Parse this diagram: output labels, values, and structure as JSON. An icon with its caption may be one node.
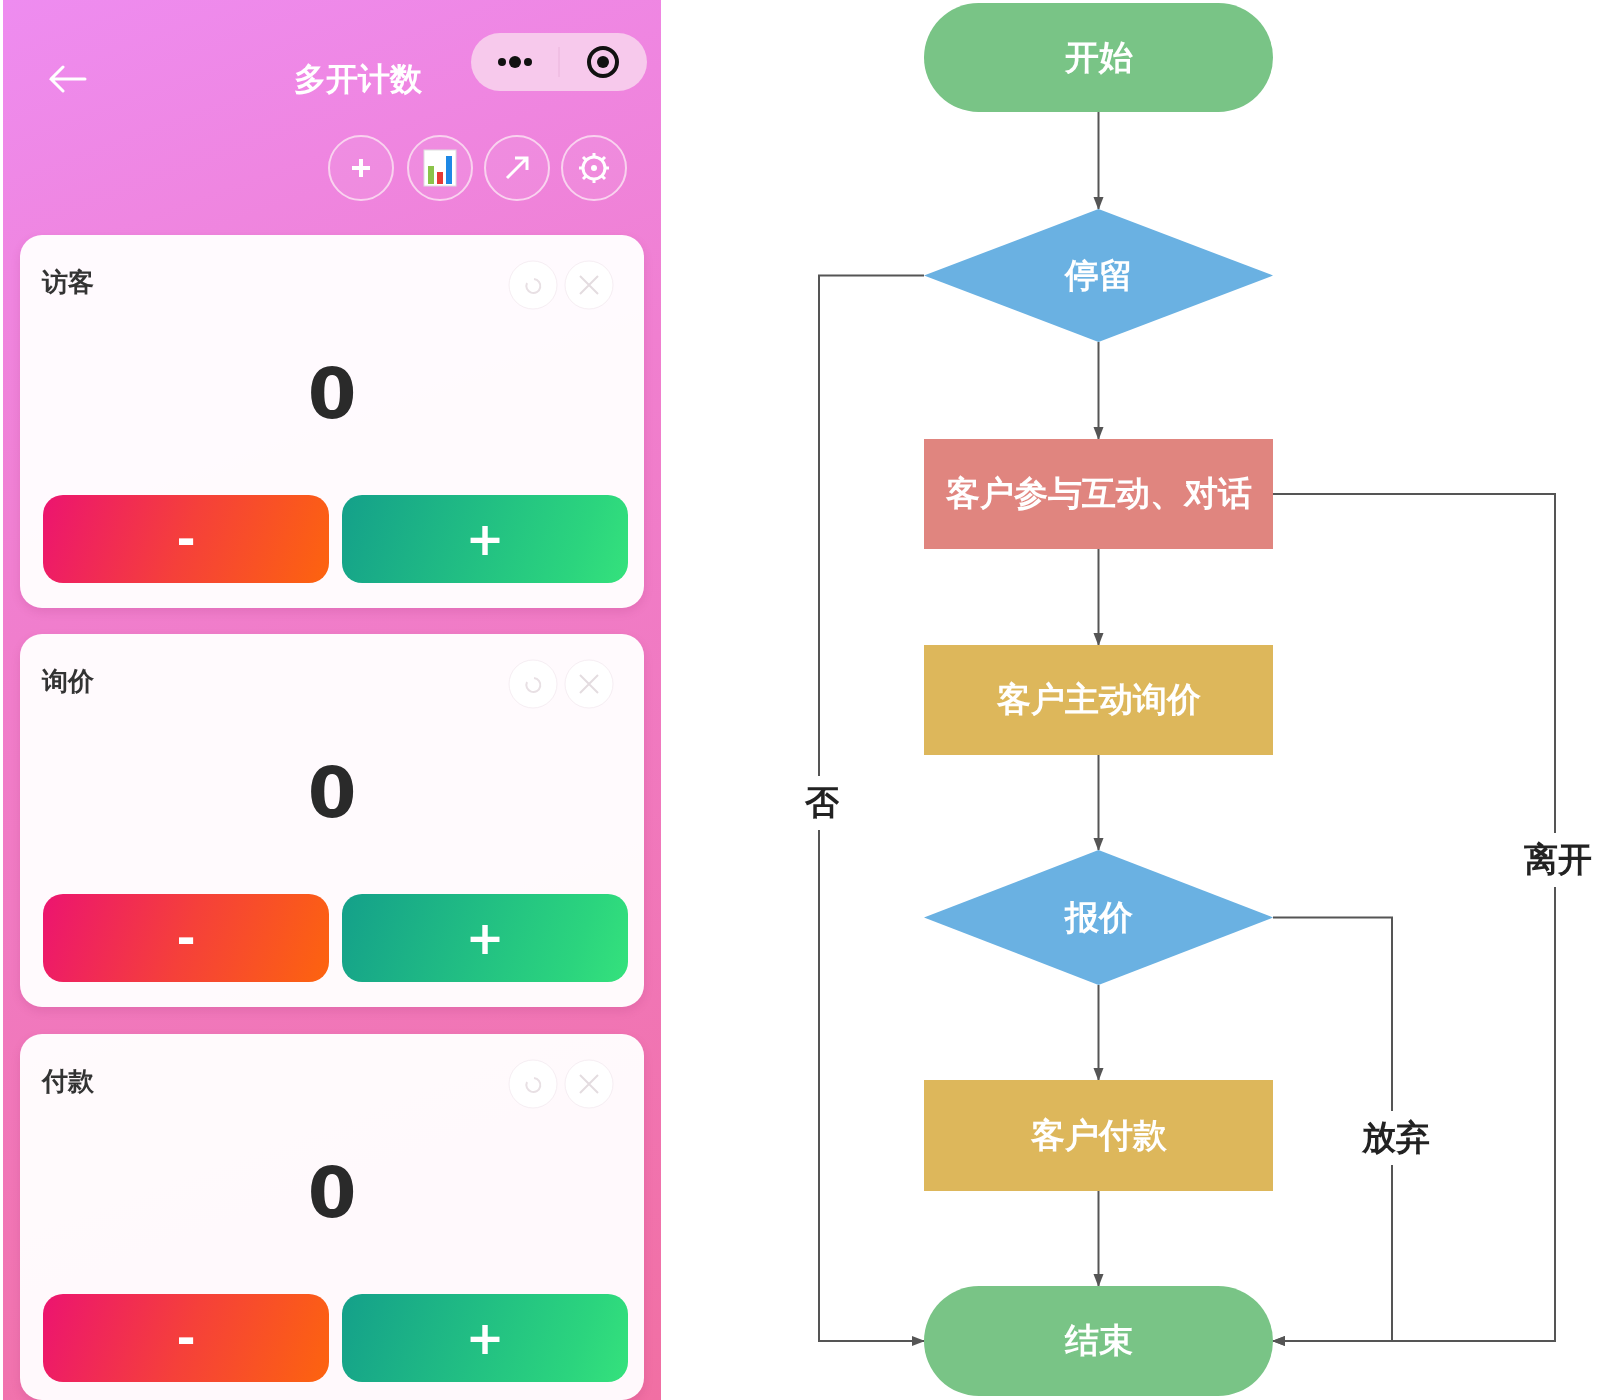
{
  "diagram": {
    "nodes": [
      {
        "text": [
          "开始"
        ]
      },
      {
        "text": [
          "停留"
        ]
      },
      {
        "text": [
          "客户参与互动、对话"
        ]
      },
      {
        "text": [
          "客户主动询价"
        ]
      },
      {
        "text": [
          "报价"
        ]
      },
      {
        "text": [
          "客户付款"
        ]
      },
      {
        "text": [
          "结束"
        ]
      }
    ],
    "edges": [
      {
        "from": 0,
        "to": 1,
        "arrow": "to"
      },
      {
        "from": 1,
        "to": 2,
        "arrow": "to"
      },
      {
        "from": 2,
        "to": 3,
        "arrow": "to"
      },
      {
        "from": 3,
        "to": 4,
        "arrow": "to"
      },
      {
        "from": 4,
        "to": 5,
        "arrow": "to"
      },
      {
        "from": 5,
        "to": 6,
        "arrow": "to"
      },
      {
        "from": 1,
        "to": 6,
        "arrow": "to",
        "label": "否"
      },
      {
        "from": 2,
        "to": 6,
        "arrow": "to",
        "label": "离开"
      },
      {
        "from": 4,
        "to": 6,
        "arrow": "to",
        "label": "放弃"
      }
    ],
    "labels": [
      "多开计数",
      "访客",
      "0",
      "-",
      "+",
      "询价",
      "0",
      "-",
      "+",
      "付款",
      "0",
      "-",
      "+"
    ]
  }
}
